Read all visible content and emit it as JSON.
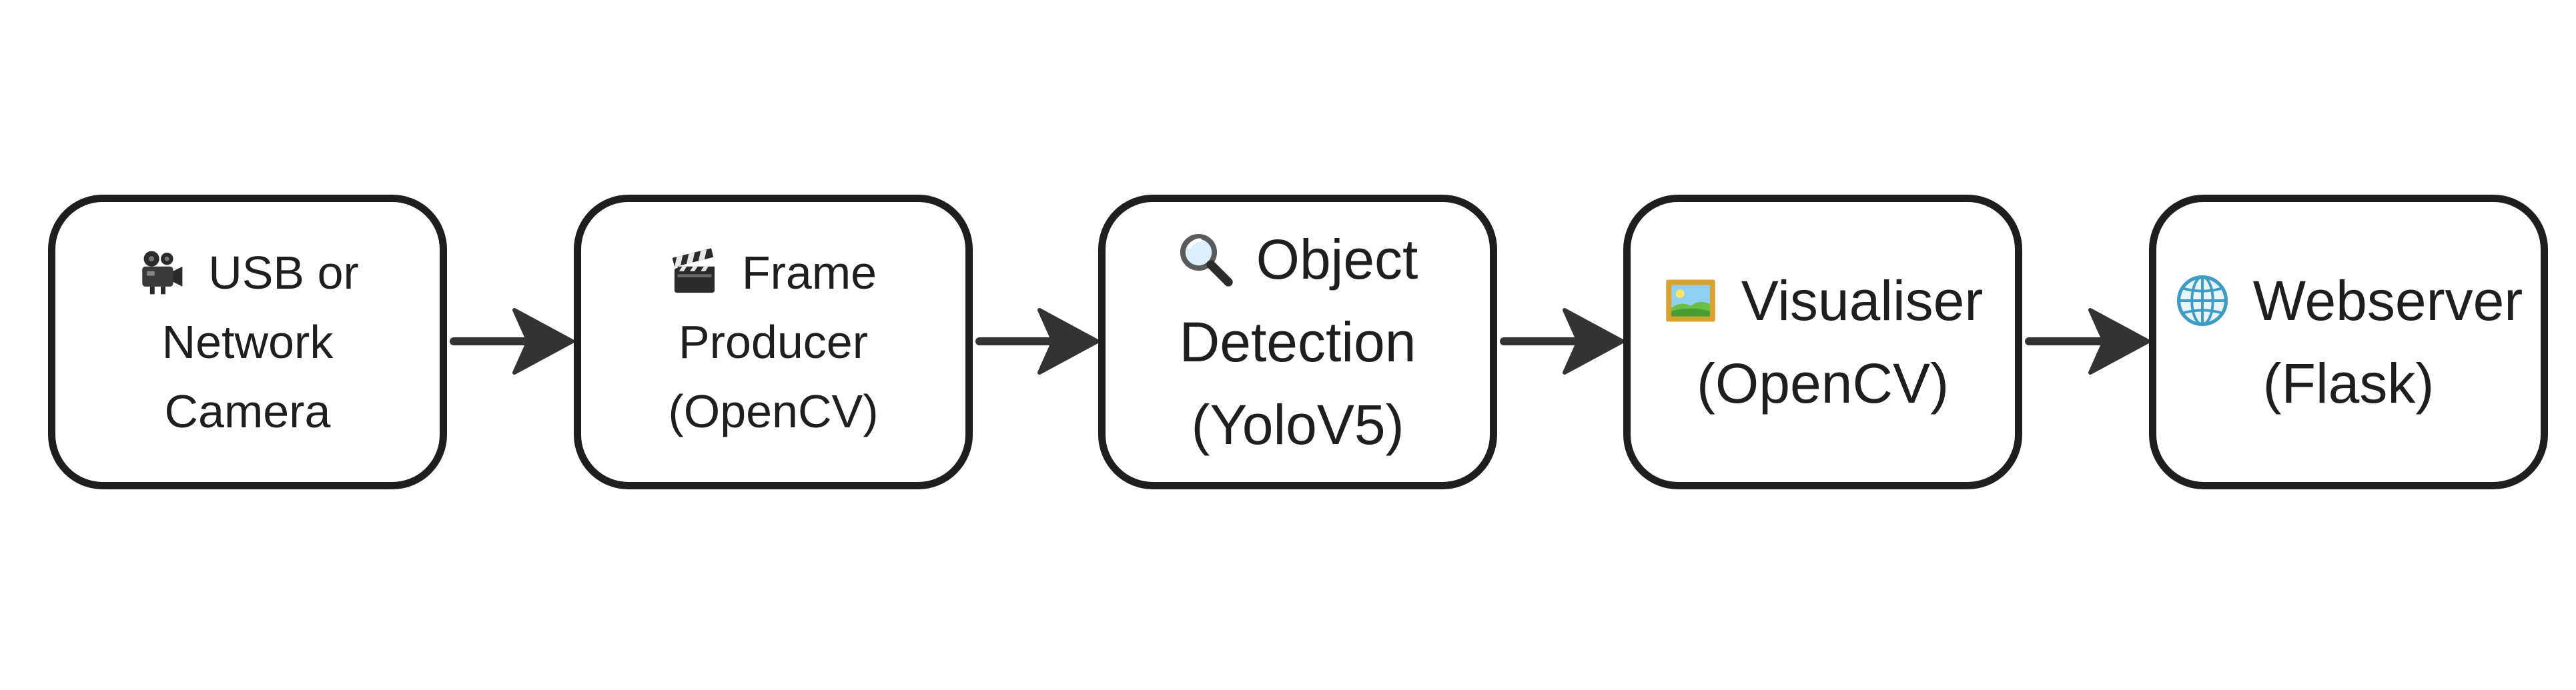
{
  "nodes": [
    {
      "id": "n1",
      "icon": "movie-camera-icon",
      "lines": [
        "USB or",
        "Network",
        "Camera"
      ]
    },
    {
      "id": "n2",
      "icon": "clapper-board-icon",
      "lines": [
        "Frame",
        "Producer",
        "(OpenCV)"
      ]
    },
    {
      "id": "n3",
      "icon": "magnifying-glass-icon",
      "lines": [
        "Object",
        "Detection",
        "(YoloV5)"
      ]
    },
    {
      "id": "n4",
      "icon": "framed-picture-icon",
      "lines": [
        "Visualiser",
        "(OpenCV)"
      ]
    },
    {
      "id": "n5",
      "icon": "globe-icon",
      "lines": [
        "Webserver",
        "(Flask)"
      ]
    }
  ],
  "edges": [
    {
      "from": "n1",
      "to": "n2"
    },
    {
      "from": "n2",
      "to": "n3"
    },
    {
      "from": "n3",
      "to": "n4"
    },
    {
      "from": "n4",
      "to": "n5"
    }
  ],
  "colors": {
    "stroke": "#1e1e1e",
    "background": "#ffffff"
  }
}
